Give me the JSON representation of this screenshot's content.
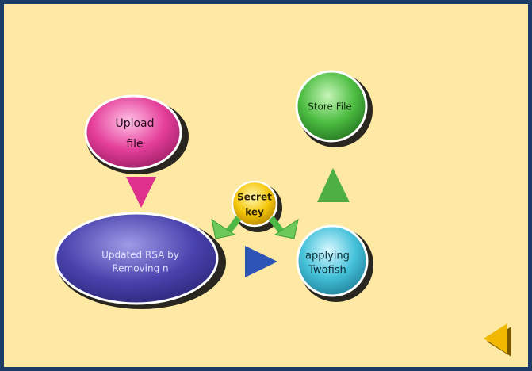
{
  "nodes": {
    "upload": {
      "line1": "Upload",
      "line2": "file",
      "color": "#e0308e"
    },
    "store": {
      "label": "Store File",
      "color": "#3cae3a"
    },
    "secret": {
      "line1": "Secret",
      "line2": "key",
      "color": "#f2c400"
    },
    "rsa": {
      "line1": "Updated RSA by",
      "line2": "Removing n",
      "color": "#3e3a9e"
    },
    "twofish": {
      "line1": "applying",
      "line2": "Twofish",
      "color": "#38b9d2"
    }
  },
  "arrows": {
    "pink": "#e0308e",
    "green": "#3aa83a",
    "blue": "#2f54b8",
    "yellow": "#f2b800"
  }
}
